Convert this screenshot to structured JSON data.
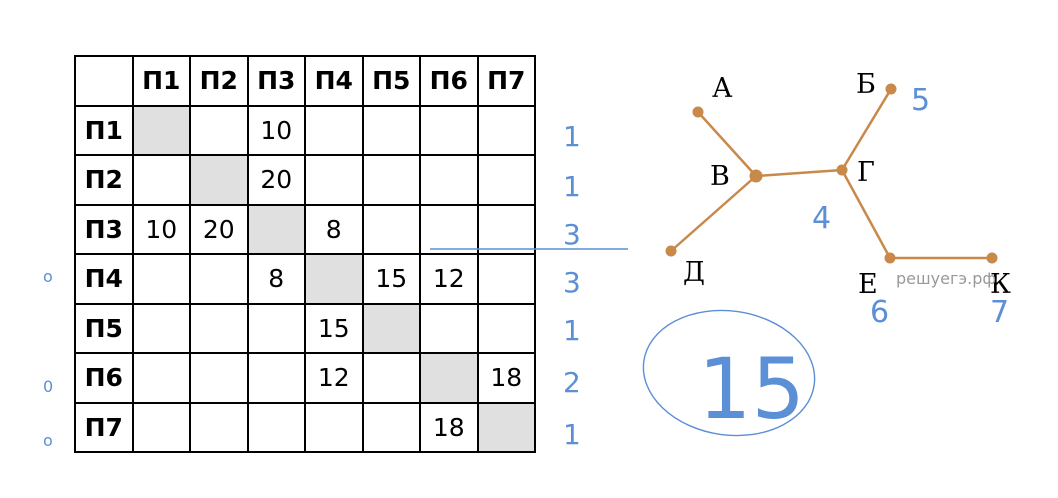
{
  "table": {
    "headers": [
      "П1",
      "П2",
      "П3",
      "П4",
      "П5",
      "П6",
      "П7"
    ],
    "rows": [
      {
        "label": "П1",
        "cells": [
          "",
          "",
          "10",
          "",
          "",
          "",
          ""
        ]
      },
      {
        "label": "П2",
        "cells": [
          "",
          "",
          "20",
          "",
          "",
          "",
          ""
        ]
      },
      {
        "label": "П3",
        "cells": [
          "10",
          "20",
          "",
          "8",
          "",
          "",
          ""
        ]
      },
      {
        "label": "П4",
        "cells": [
          "",
          "",
          "8",
          "",
          "15",
          "12",
          ""
        ]
      },
      {
        "label": "П5",
        "cells": [
          "",
          "",
          "",
          "15",
          "",
          "",
          ""
        ]
      },
      {
        "label": "П6",
        "cells": [
          "",
          "",
          "",
          "12",
          "",
          "",
          "18"
        ]
      },
      {
        "label": "П7",
        "cells": [
          "",
          "",
          "",
          "",
          "",
          "18",
          ""
        ]
      }
    ],
    "diagonal_color": "#e0e0e0"
  },
  "graph": {
    "edge_color": "#c8894a",
    "nodes": [
      {
        "id": "A",
        "label": "А"
      },
      {
        "id": "B",
        "label": "Б"
      },
      {
        "id": "V",
        "label": "В"
      },
      {
        "id": "G",
        "label": "Г"
      },
      {
        "id": "D",
        "label": "Д"
      },
      {
        "id": "E",
        "label": "Е"
      },
      {
        "id": "K",
        "label": "К"
      }
    ],
    "edges": [
      [
        "A",
        "V"
      ],
      [
        "V",
        "D"
      ],
      [
        "V",
        "G"
      ],
      [
        "G",
        "B"
      ],
      [
        "G",
        "E"
      ],
      [
        "E",
        "K"
      ]
    ]
  },
  "watermark": "решуегэ.рф",
  "annotations": {
    "ink_color": "#5b8fd6",
    "row_marks": [
      "1",
      "1",
      "3",
      "3",
      "1",
      "2",
      "1"
    ],
    "left_marks": [
      "o",
      "0",
      "o"
    ],
    "node_marks": {
      "B": "5",
      "V": "4",
      "E": "6",
      "K": "7"
    },
    "circled_answer": "15"
  }
}
